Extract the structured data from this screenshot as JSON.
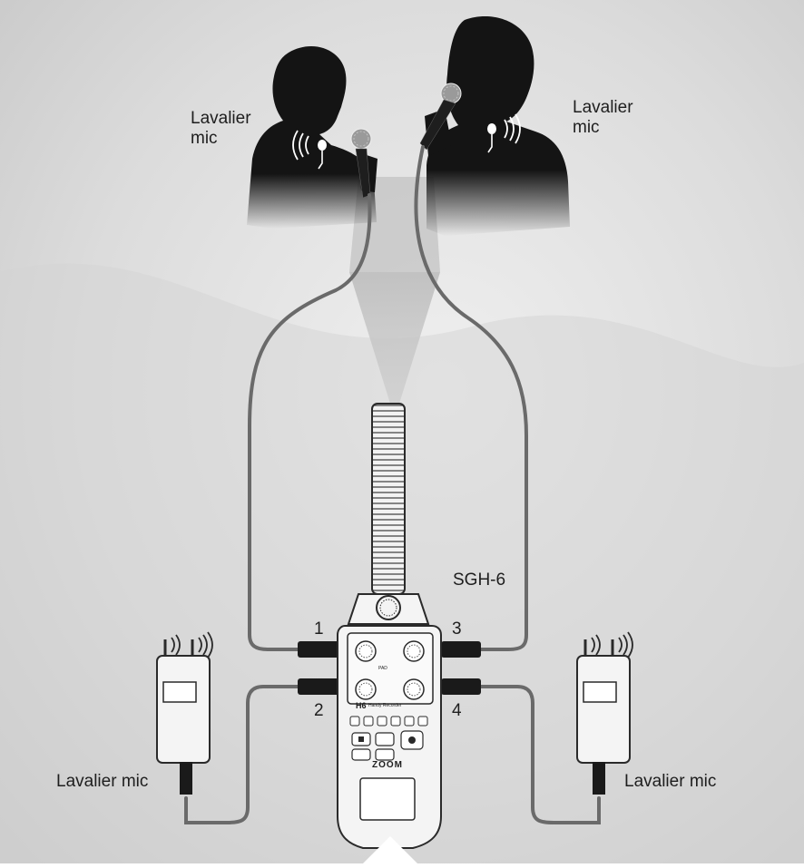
{
  "labels": {
    "lav_top_left": "Lavalier mic",
    "lav_top_right": "Lavalier mic",
    "lav_bottom_left": "Lavalier mic",
    "lav_bottom_right": "Lavalier mic",
    "shotgun": "SGH-6"
  },
  "inputs": [
    "1",
    "2",
    "3",
    "4"
  ],
  "recorder": {
    "model": "H6",
    "model_sub": "Handy Recorder",
    "brand": "ZOOM",
    "pad": "PAD"
  },
  "colors": {
    "background": "#d9d9d9",
    "silhouette": "#141414",
    "cable": "#6a6a6a",
    "device_outline": "#2a2a2a",
    "device_fill": "#f4f4f4"
  }
}
